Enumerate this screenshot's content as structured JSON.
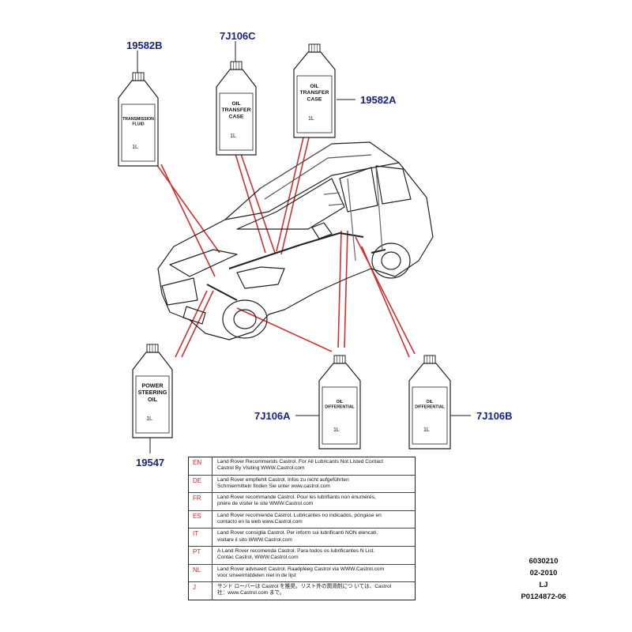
{
  "bottles": [
    {
      "id": "19582B",
      "label": "TRANSMISSION\nFLUID",
      "volume": "1L"
    },
    {
      "id": "7J106C",
      "label": "OIL\nTRANSFER\nCASE",
      "volume": "1L"
    },
    {
      "id": "19582A",
      "label": "OIL\nTRANSFER\nCASE",
      "volume": "1L"
    },
    {
      "id": "19547",
      "label": "POWER\nSTEERING\nOIL",
      "volume": "1L"
    },
    {
      "id": "7J106A",
      "label": "OIL\nDIFFERENTIAL",
      "volume": "1L"
    },
    {
      "id": "7J106B",
      "label": "OIL\nDIFFERENTIAL",
      "volume": "1L"
    }
  ],
  "legend": [
    {
      "code": "EN",
      "text": "Land Rover Recommends Castrol.  For All Lubricants Not Listed Contact\nCastrol By Visiting WWW.Castrol.com"
    },
    {
      "code": "DE",
      "text": "Land Rover empfiehlt Castrol.  Infos zu nicht aufgeführten\nSchmiermitteln finden Sie unter www.castrol.com"
    },
    {
      "code": "FR",
      "text": "Land Rover recommande Castrol. Pour les lubrifiants non énumérés,\nprière de visiter le site WWW.Castrol.com"
    },
    {
      "code": "ES",
      "text": "Land Rover recomienda Castrol.  Lubricantes no indicados, póngase en\ncontacto en la web www.Castrol.com"
    },
    {
      "code": "IT",
      "text": "Land Rover consiglia Castrol.  Per inform sui lubrificanti NON elencati,\nvisitare il sito WWW.Castrol.com"
    },
    {
      "code": "PT",
      "text": "A Land Rover recomenda Castrol.  Para todos os lubrificantes N List.\nContac Castrol, WWW.Castrol.com"
    },
    {
      "code": "NL",
      "text": "Land Rover adviseert Castrol.  Raadpleeg Castrol via WWW.Castrol.com\nvoor smeermiddelen niet in de lijst"
    },
    {
      "code": "J",
      "text": "サンド ローバーは Castrol を推奨。リスト外の潤滑剤につ いては、Castrol\n社：www.Castrol.com まで。"
    }
  ],
  "reference": {
    "code": "6030210",
    "date": "02-2010",
    "initials": "LJ",
    "part": "P0124872-06"
  }
}
